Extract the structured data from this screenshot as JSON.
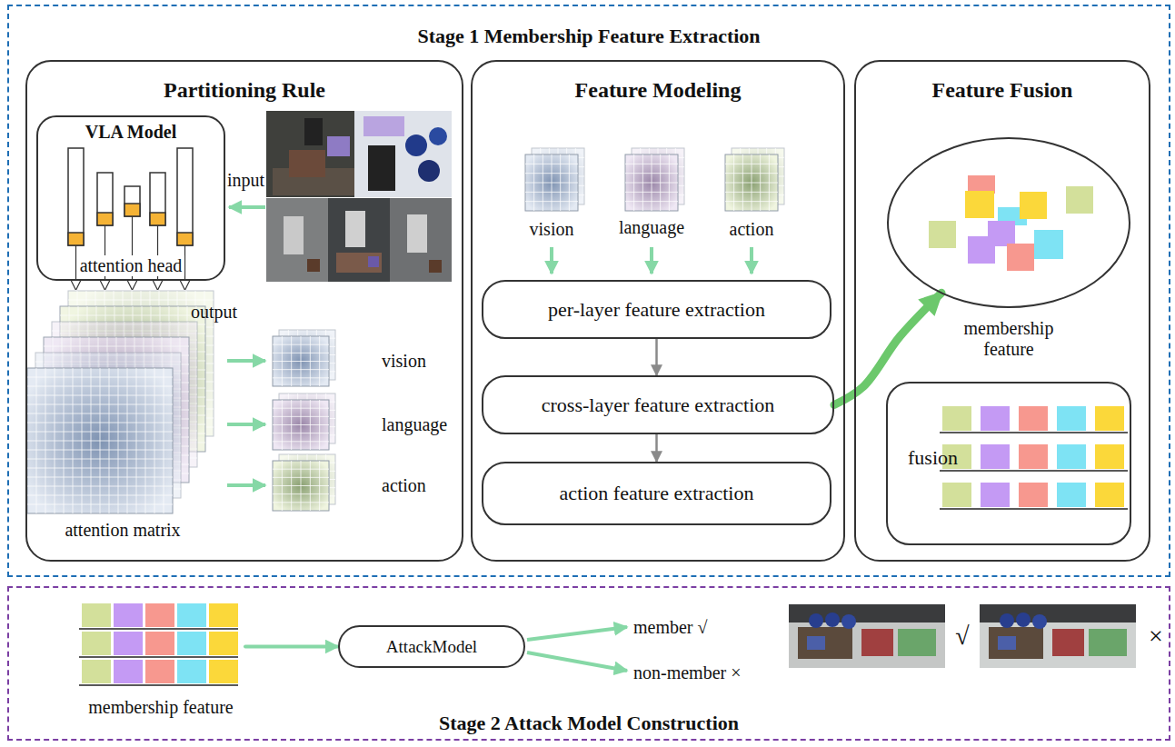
{
  "diagram": {
    "nodes": [
      {
        "text": [
          "Stage 1 Membership Feature Extraction"
        ]
      },
      {
        "text": [
          "Partitioning Rule"
        ],
        "in": 0
      },
      {
        "text": [
          "VLA Model",
          "attention head"
        ],
        "in": 1
      },
      {
        "text": [
          "Feature Modeling"
        ],
        "in": 0
      },
      {
        "text": [
          "per-layer feature extraction"
        ],
        "in": 3
      },
      {
        "text": [
          "cross-layer feature extraction"
        ],
        "in": 3
      },
      {
        "text": [
          "action feature extraction"
        ],
        "in": 3
      },
      {
        "text": [
          "Feature Fusion"
        ],
        "in": 0
      },
      {
        "text": [
          "membership feature"
        ],
        "in": 7
      },
      {
        "text": [
          "fusion"
        ],
        "in": 7
      },
      {
        "text": [
          "Stage 2 Attack Model Construction"
        ]
      },
      {
        "text": [
          "AttackModel"
        ],
        "in": 10
      },
      {
        "text": [
          "membership feature"
        ],
        "in": 10
      }
    ],
    "edges": [
      {
        "from": 4,
        "to": 5,
        "arrow": "to"
      },
      {
        "from": 5,
        "to": 6,
        "arrow": "to"
      },
      {
        "from": 5,
        "to": 8,
        "arrow": "to"
      },
      {
        "from": 12,
        "to": 11,
        "arrow": "to"
      }
    ],
    "labels": [
      "input",
      "output",
      "attention matrix",
      "vision",
      "language",
      "action",
      "vision",
      "language",
      "action",
      "member √",
      "non-member ×",
      "√",
      "×"
    ]
  }
}
